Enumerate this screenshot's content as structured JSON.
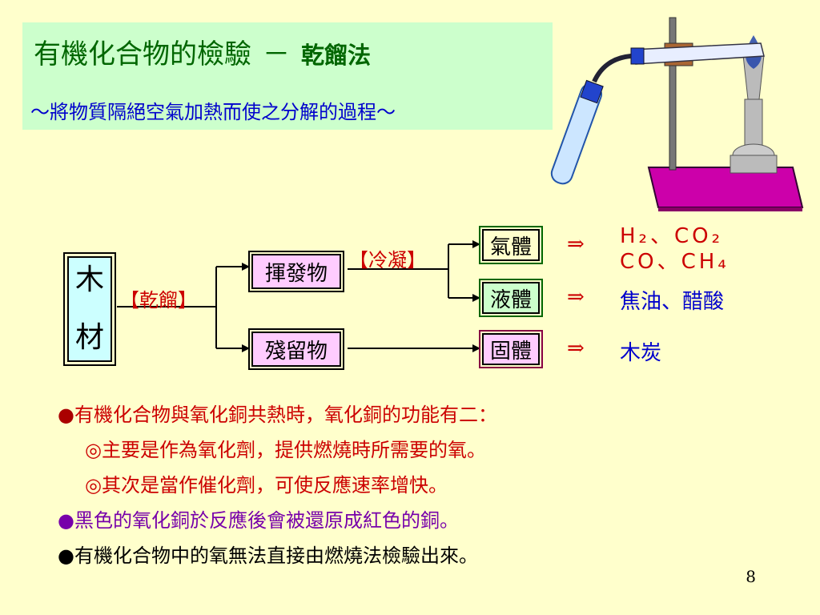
{
  "title": {
    "main": "有機化合物的檢驗",
    "dash": "－",
    "sub": "乾餾法",
    "subtitle": "～將物質隔絕空氣加熱而使之分解的過程～"
  },
  "diagram": {
    "source_line1": "木",
    "source_line2": "材",
    "dry_distill_label": "【乾餾】",
    "volatile": "揮發物",
    "residue": "殘留物",
    "condense_label": "【冷凝】",
    "gas": "氣體",
    "liquid": "液體",
    "solid": "固體",
    "arrow_glyph": "⇒",
    "gas_products_line1": "H₂、CO₂",
    "gas_products_line2": "CO、CH₄",
    "liquid_products": "焦油、醋酸",
    "solid_products": "木炭"
  },
  "bullets": {
    "b1_marker": "●",
    "b1": "有機化合物與氧化銅共熱時，氧化銅的功能有二：",
    "b1a": "◎主要是作為氧化劑，提供燃燒時所需要的氧。",
    "b1b": "◎其次是當作催化劑，可使反應速率增快。",
    "b2_marker": "●",
    "b2": "黑色的氧化銅於反應後會被還原成紅色的銅。",
    "b3_marker": "●",
    "b3": "有機化合物中的氧無法直接由燃燒法檢驗出來。"
  },
  "page_number": "8",
  "colors": {
    "background": "#ffffcc",
    "title_bg": "#ccffcc",
    "red": "#cc0000",
    "blue": "#0000cc",
    "purple": "#7700aa",
    "stand_magenta": "#cc00aa"
  }
}
